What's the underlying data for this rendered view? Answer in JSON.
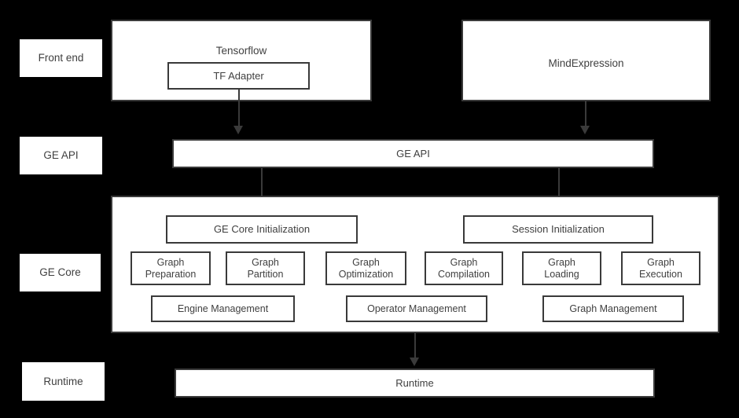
{
  "diagram": {
    "background_color": "#000000",
    "box_fill_color": "#ffffff",
    "box_border_color": "#3a3a3a",
    "text_color": "#404040"
  },
  "tiers": [
    {
      "label": "Front end"
    },
    {
      "label": "GE API"
    },
    {
      "label": "GE Core"
    },
    {
      "label": "Runtime"
    }
  ],
  "frontend": {
    "tensorflow": {
      "title": "Tensorflow",
      "adapter": "TF Adapter"
    },
    "mindexpression": {
      "title": "MindExpression"
    }
  },
  "ge_api_bar": {
    "label": "GE API"
  },
  "ge_core": {
    "init_boxes": [
      {
        "label": "GE Core Initialization"
      },
      {
        "label": "Session Initialization"
      }
    ],
    "module_boxes": [
      {
        "label": "Graph\nPreparation"
      },
      {
        "label": "Graph\nPartition"
      },
      {
        "label": "Graph\nOptimization"
      },
      {
        "label": "Graph\nCompilation"
      },
      {
        "label": "Graph\nLoading"
      },
      {
        "label": "Graph\nExecution"
      }
    ],
    "management_boxes": [
      {
        "label": "Engine Management"
      },
      {
        "label": "Operator Management"
      },
      {
        "label": "Graph Management"
      }
    ]
  },
  "runtime_bar": {
    "label": "Runtime"
  },
  "connectors": [
    {
      "name": "tf-adapter-to-ge-api"
    },
    {
      "name": "mindexpression-to-ge-api"
    },
    {
      "name": "ge-api-to-ge-core-initialization"
    },
    {
      "name": "ge-api-to-session-initialization"
    },
    {
      "name": "ge-core-to-runtime"
    }
  ]
}
